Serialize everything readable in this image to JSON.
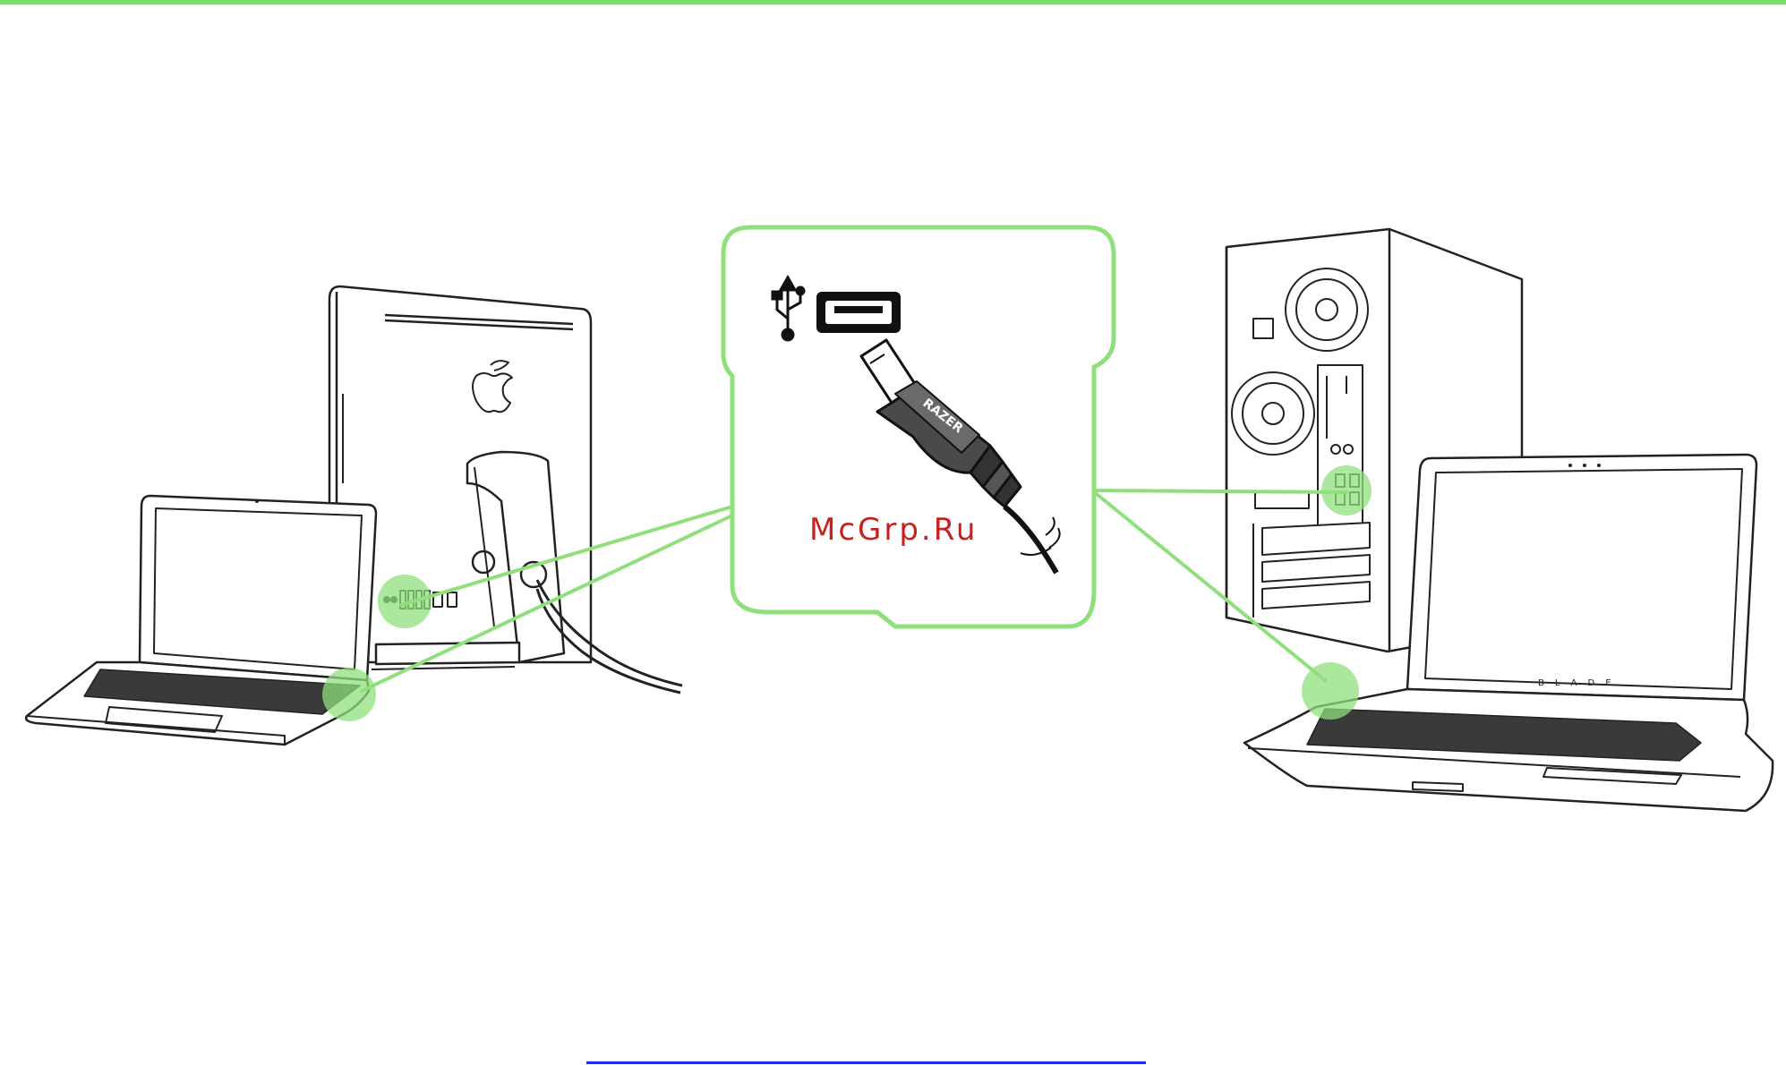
{
  "diagram": {
    "usb_connector_label": "RAZER",
    "laptop_logo_text": "BLADE",
    "accent_color": "#8fe07c",
    "line_color": "#222222"
  },
  "watermark": {
    "text": "McGrp.Ru"
  }
}
